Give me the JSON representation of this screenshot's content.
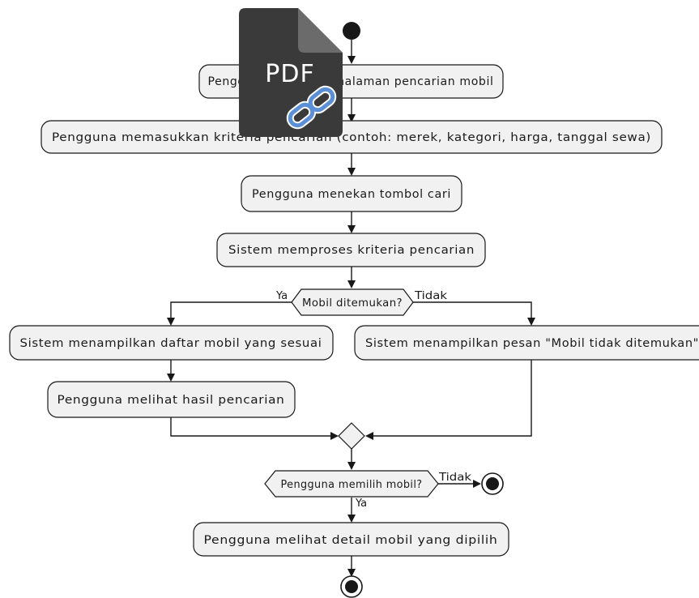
{
  "diagram": {
    "activities": [
      "Pengguna membuka halaman pencarian mobil",
      "Pengguna memasukkan kriteria pencarian (contoh: merek, kategori, harga, tanggal sewa)",
      "Pengguna menekan tombol cari",
      "Sistem memproses kriteria pencarian",
      "Sistem menampilkan daftar mobil yang sesuai",
      "Sistem menampilkan pesan \"Mobil tidak ditemukan\"",
      "Pengguna melihat hasil pencarian",
      "Pengguna melihat detail mobil yang dipilih"
    ],
    "decisions": {
      "found": {
        "label": "Mobil ditemukan?",
        "yes": "Ya",
        "no": "Tidak"
      },
      "select": {
        "label": "Pengguna memilih mobil?",
        "yes": "Ya",
        "no": "Tidak"
      }
    }
  },
  "overlay": {
    "pdf_label": "PDF",
    "icon": "pdf-link-icon"
  }
}
